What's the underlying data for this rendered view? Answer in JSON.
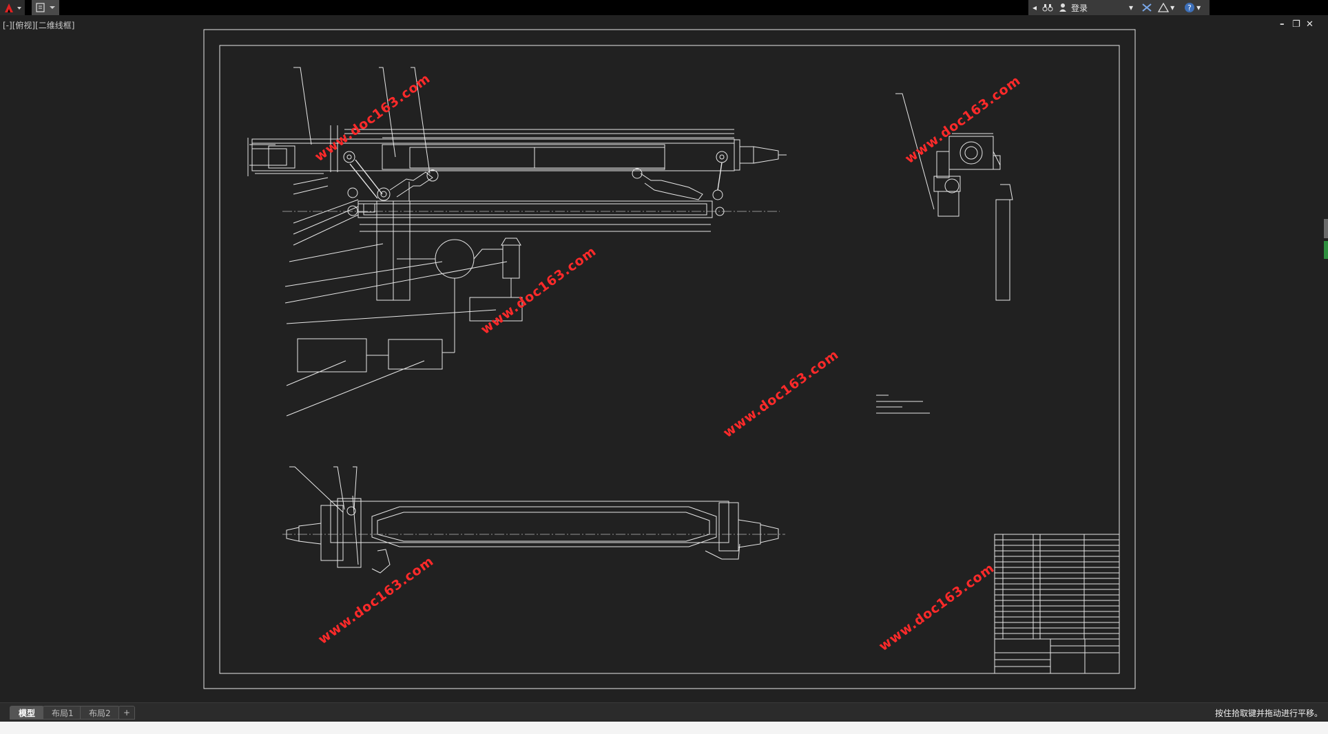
{
  "app": {
    "logo_icon": "autocad-logo-icon",
    "signin_label": "登录",
    "view_label": "[-][俯视][二维线框]",
    "win_minimize": "–",
    "win_restore": "❐",
    "win_close": "✕"
  },
  "watermarks": [
    "www.doc163.com",
    "www.doc163.com",
    "www.doc163.com",
    "www.doc163.com",
    "www.doc163.com",
    "www.doc163.com"
  ],
  "tabs": [
    {
      "label": "模型",
      "active": true
    },
    {
      "label": "布局1",
      "active": false
    },
    {
      "label": "布局2",
      "active": false
    },
    {
      "label": "+",
      "active": false
    }
  ],
  "status": {
    "message": "按住拾取键并拖动进行平移。"
  },
  "colors": {
    "background": "#212121",
    "drawing": "#e8e8e8",
    "watermark": "#ff2a2a"
  }
}
